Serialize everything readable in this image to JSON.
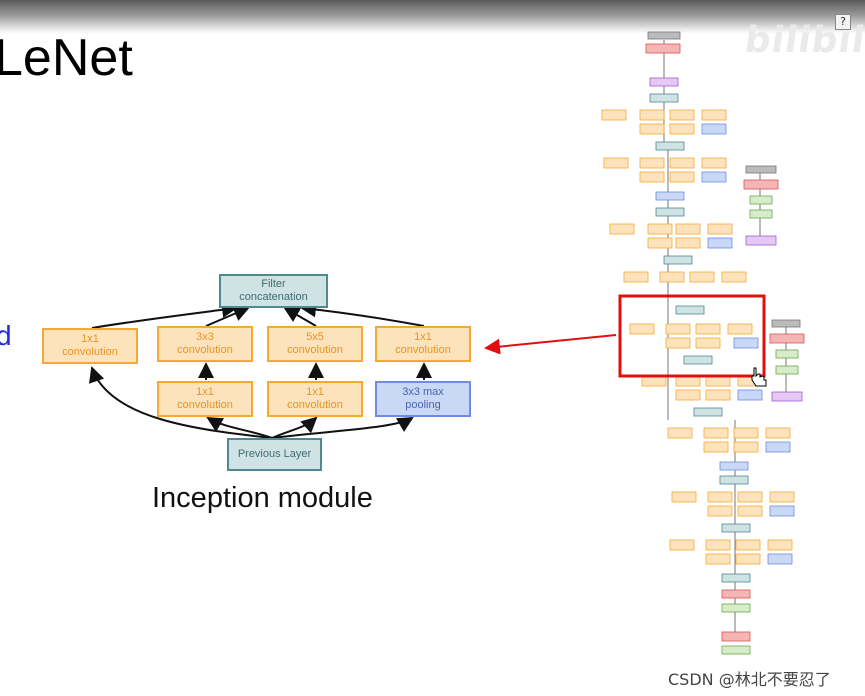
{
  "slide": {
    "title": "LeNet",
    "left_fragment": "d",
    "caption": "Inception module"
  },
  "toolbar": {
    "help_label": "?",
    "logo_text": "bilibili"
  },
  "inception": {
    "filter_concat": "Filter\nconcatenation",
    "top_row": [
      "1x1\nconvolution",
      "3x3\nconvolution",
      "5x5\nconvolution",
      "1x1\nconvolution"
    ],
    "mid_row": [
      "1x1\nconvolution",
      "1x1\nconvolution",
      "3x3 max\npooling"
    ],
    "previous_layer": "Previous Layer"
  },
  "colors": {
    "orange_fill": "#fde3bc",
    "orange_border": "#f4a937",
    "blue_fill": "#c9d8f5",
    "teal_fill": "#cfe2e4",
    "highlight": "#e01010"
  },
  "watermark": "CSDN @林北不要忍了"
}
